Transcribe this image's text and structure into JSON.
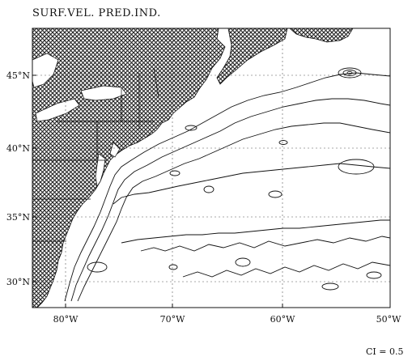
{
  "title": "SURF.VEL. PRED.IND.",
  "lat_labels": [
    "45°N",
    "40°N",
    "35°N",
    "30°N"
  ],
  "lon_labels": [
    "80°W",
    "70°W",
    "60°W",
    "50°W"
  ],
  "ci_label": "CI = 0.5",
  "colors": {
    "line": "#111111",
    "land_hatch": "#222222",
    "grid": "#555555"
  }
}
